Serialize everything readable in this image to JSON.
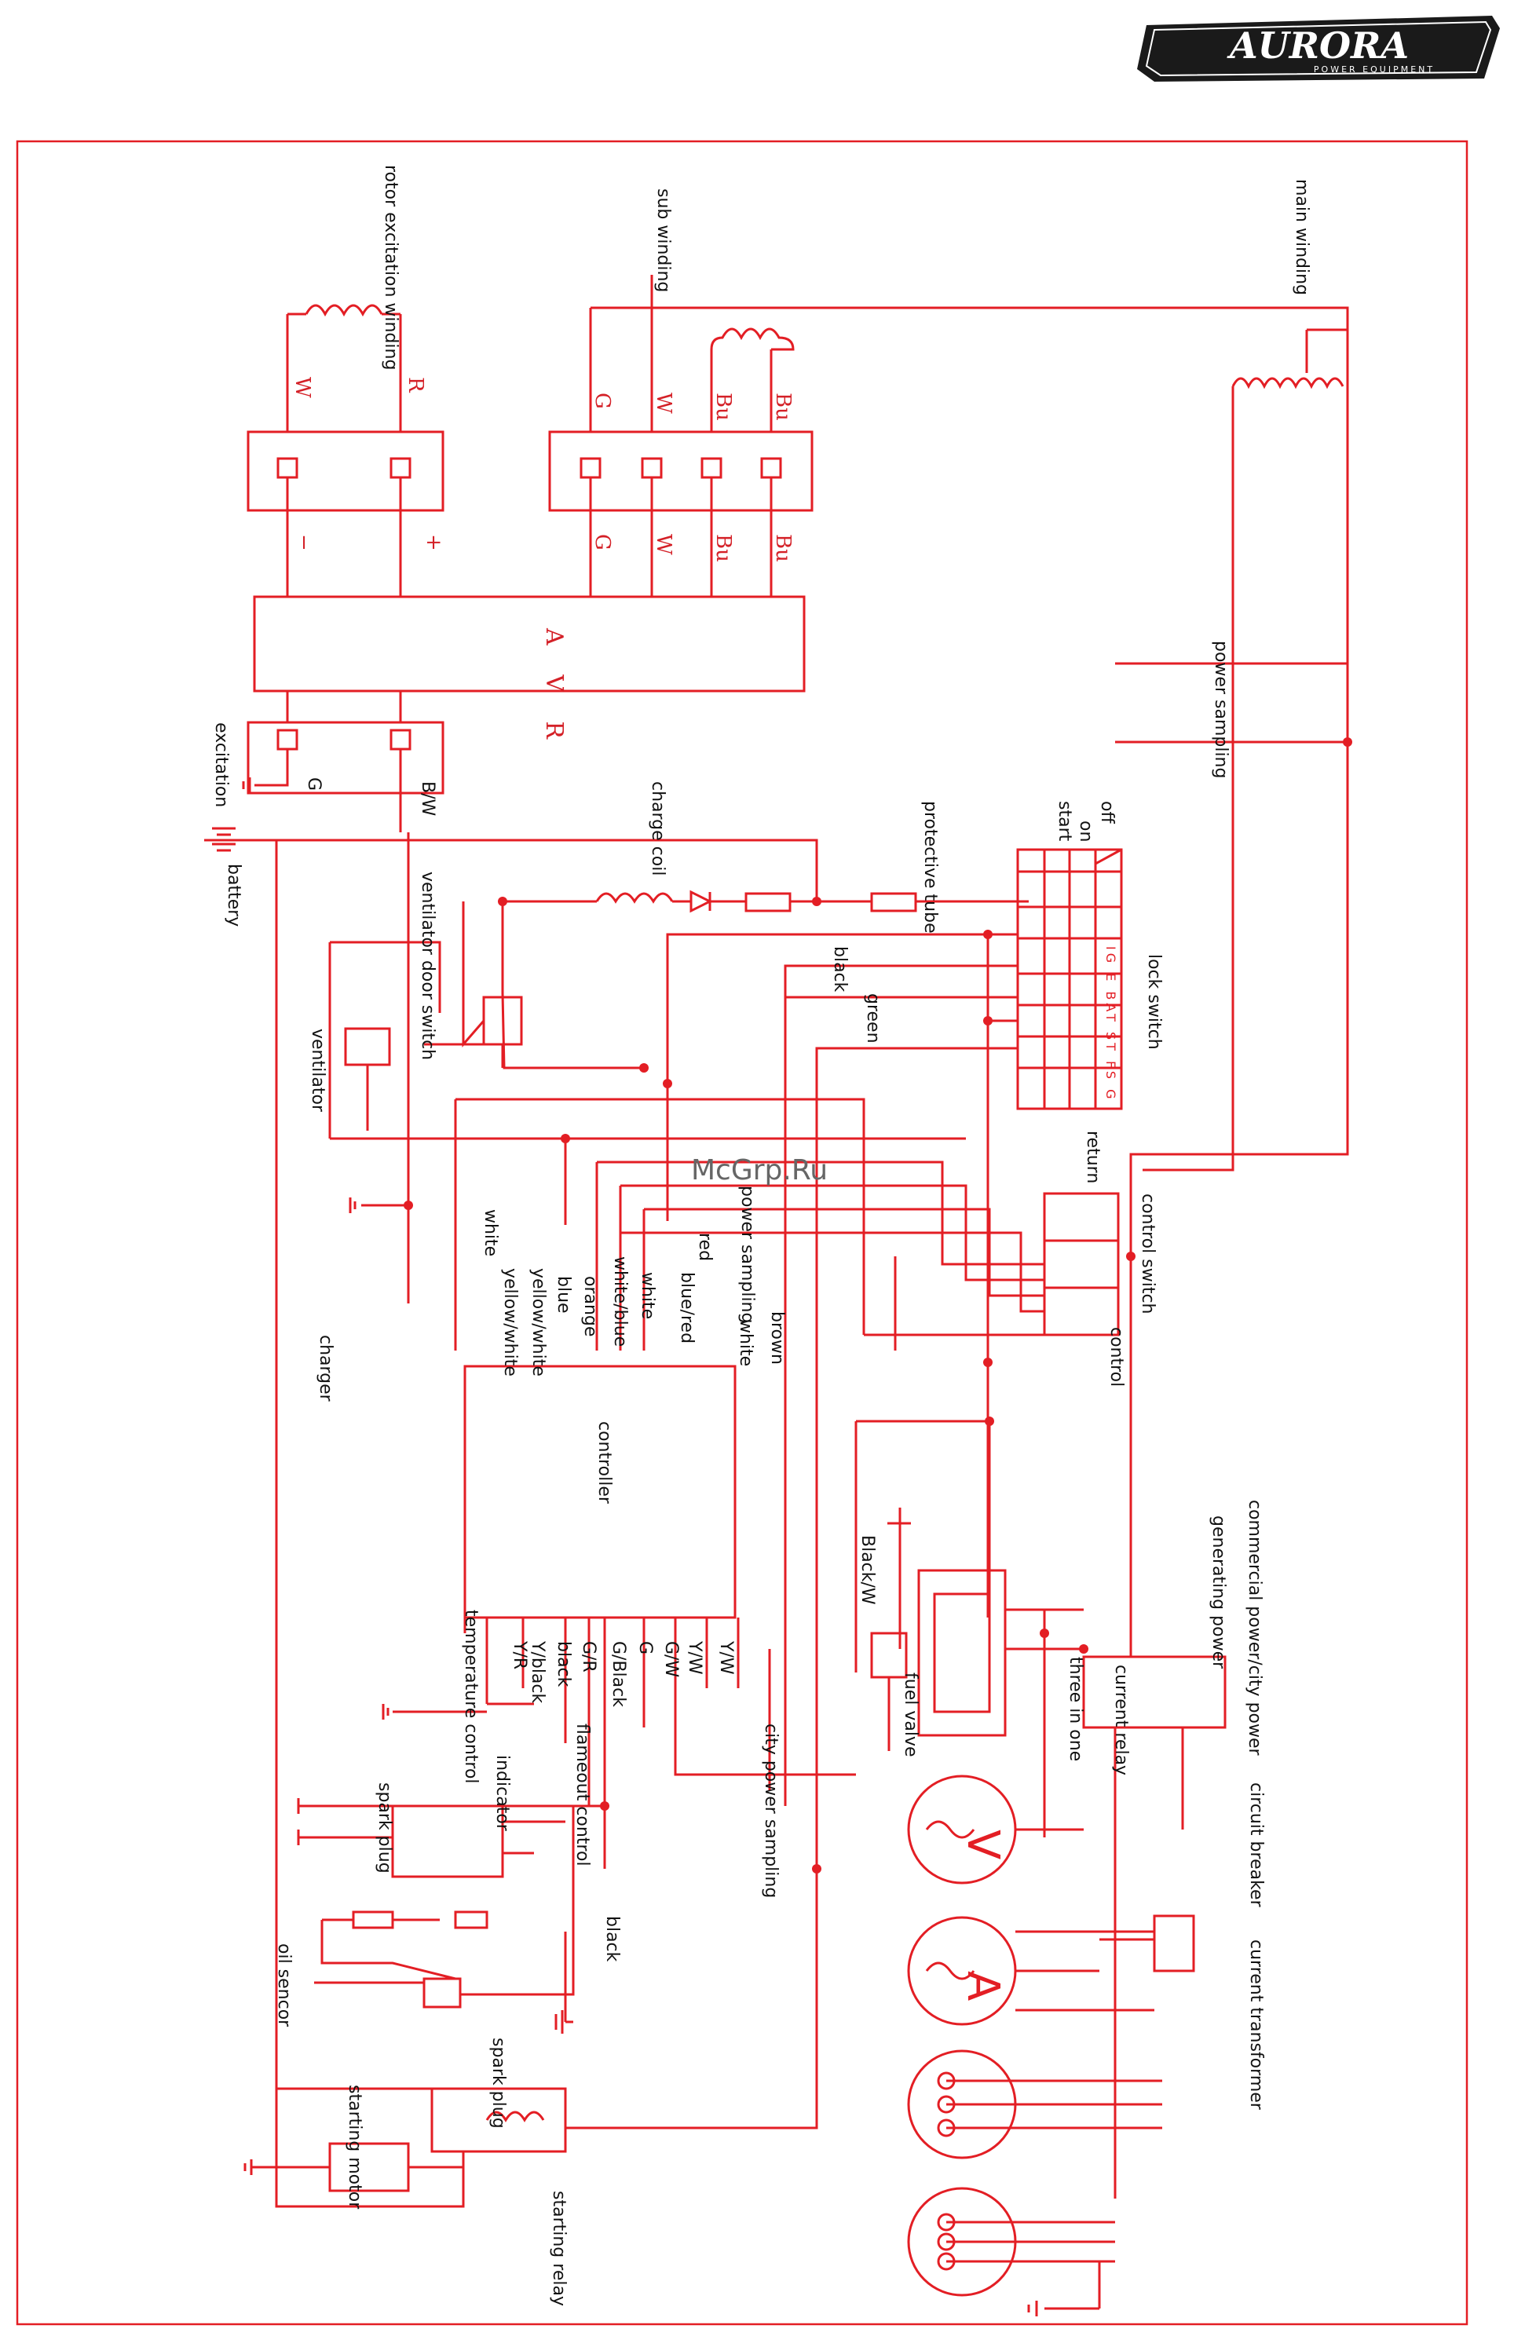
{
  "brand": {
    "name": "AURORA",
    "tagline": "POWER EQUIPMENT"
  },
  "watermark": "McGrp.Ru",
  "colors": {
    "wire": "#e31e24",
    "text": "#111111",
    "logo_bg": "#1a1a1a",
    "logo_text": "#ffffff"
  },
  "labels": {
    "rotor_excitation_winding": "rotor excitation winding",
    "sub_winding": "sub winding",
    "main_winding": "main winding",
    "avr": "A V R",
    "power_sampling": "power sampling",
    "excitation": "excitation",
    "g": "G",
    "bw": "B/W",
    "battery": "battery",
    "charge_coil": "charge coil",
    "protective_tube": "protective tube",
    "off": "off",
    "on": "on",
    "start": "start",
    "lock_switch": "lock switch",
    "lock_switch_terminals": "IG E BAT ST FS G",
    "black": "black",
    "green": "green",
    "ventilator_door_switch": "ventilator door switch",
    "ventilator": "ventilator",
    "return": "return",
    "control_switch": "control switch",
    "control": "control",
    "power_sampling_2": "power sampling",
    "red": "red",
    "blue_red": "blue/red",
    "white": "white",
    "white_blue": "white/blue",
    "orange": "orange",
    "blue": "blue",
    "yellow_white": "yellow/white",
    "white_2": "white",
    "yellow_white_2": "yellow/white",
    "brown": "brown",
    "white_3": "white",
    "charger": "charger",
    "controller": "controller",
    "black_w": "Black/W",
    "fuel_valve": "fuel valve",
    "three_in_one": "three in one",
    "current_relay": "current relay",
    "commercial_power": "commercial power/city power",
    "generating_power": "generating power",
    "circuit_breaker": "circuit breaker",
    "current_transformer": "current transformer",
    "temperature_control": "temperature control",
    "indicator": "indicator",
    "flameout_control": "flameout control",
    "city_power_sampling": "city power sampling",
    "spark_plug": "spark plug",
    "oil_sensor": "oil sencor",
    "black_2": "black",
    "spark_plug_2": "spark plug",
    "starting_motor": "starting motor",
    "starting_relay": "starting relay",
    "a_yr": "Y/R",
    "a_yblack": "Y/black",
    "a_black": "black",
    "a_gr": "G/R",
    "a_gblack": "G/Black",
    "a_g": "G",
    "a_gw": "G/W",
    "a_yw": "Y/W",
    "a_yw2": "Y/W"
  },
  "terminals": {
    "rotor": [
      "W",
      "R"
    ],
    "rotor_signs": [
      "−",
      "+"
    ],
    "sub": [
      "G",
      "W",
      "Bu",
      "Bu"
    ]
  },
  "meters": {
    "voltmeter": "V",
    "ammeter": "A"
  }
}
